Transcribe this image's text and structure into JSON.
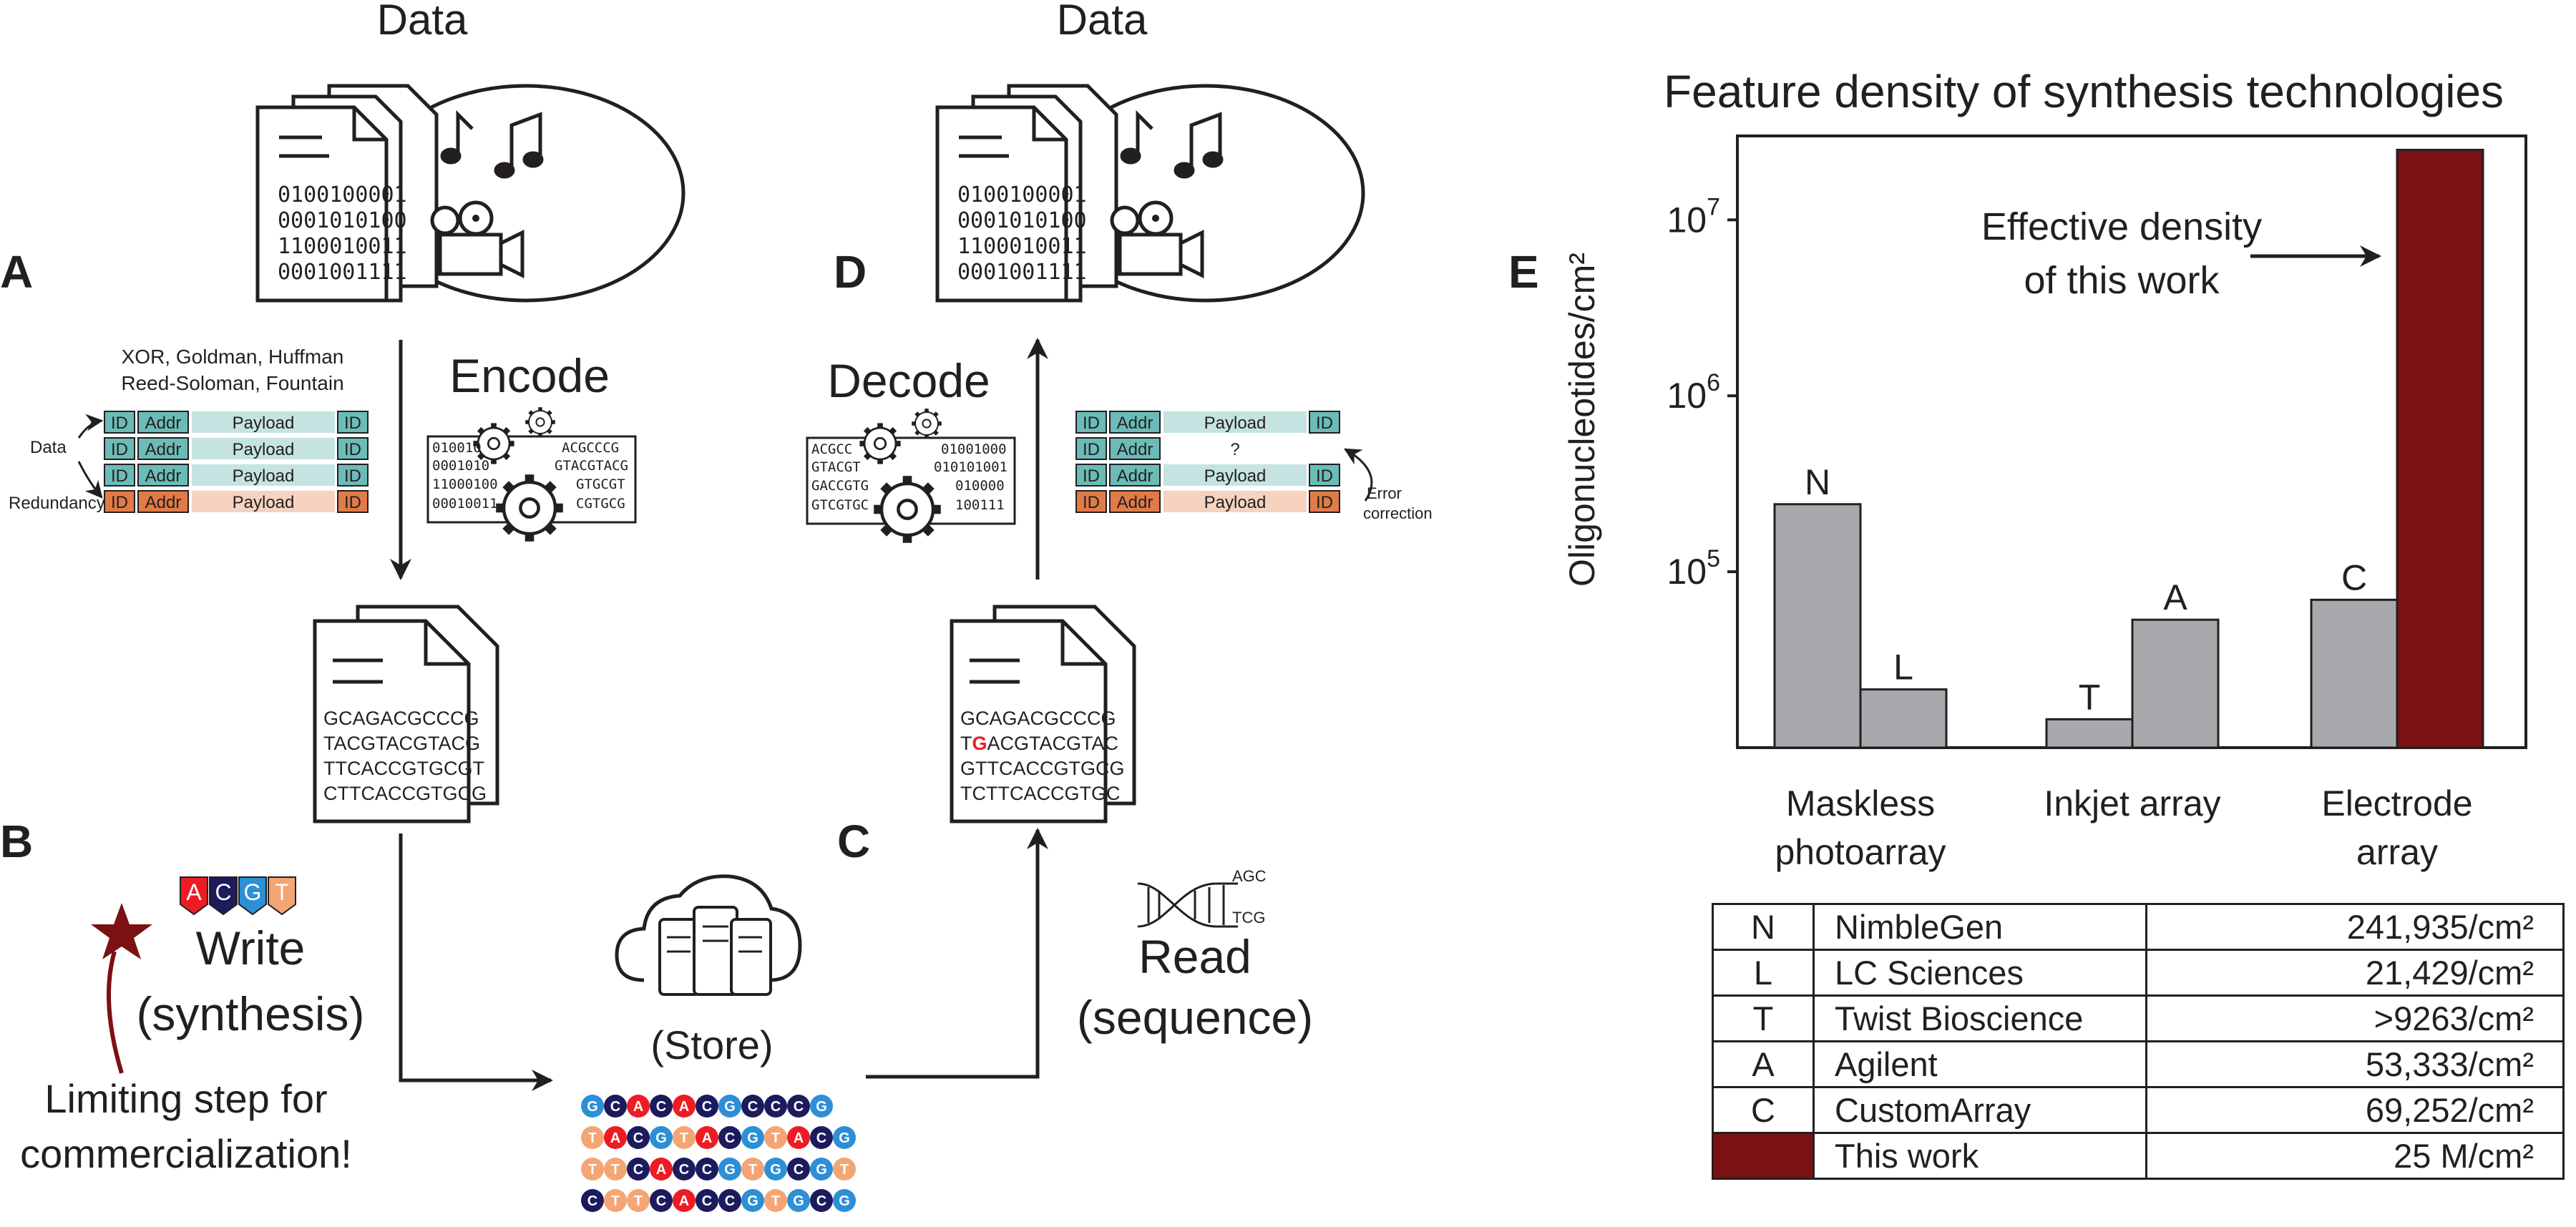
{
  "panel_labels": {
    "a": "A",
    "b": "B",
    "c": "C",
    "d": "D",
    "e": "E"
  },
  "left_data_title": "Data",
  "right_data_title": "Data",
  "binary_lines": [
    "0100100001",
    "0001010100",
    "1100010011",
    "0001001111"
  ],
  "methods": [
    "XOR, Goldman, Huffman",
    "Reed-Soloman, Fountain"
  ],
  "encode_label": "Encode",
  "decode_label": "Decode",
  "box_row": {
    "id": "ID",
    "addr": "Addr",
    "payload": "Payload",
    "unknown": "?"
  },
  "data_label": "Data",
  "redundancy_label": "Redundancy",
  "error_correction": [
    "Error",
    "correction"
  ],
  "encode_gear_left": [
    "010010",
    "0001010",
    "11000100",
    "00010011"
  ],
  "encode_gear_right": [
    "ACGCCCG",
    "GTACGTACG",
    "GTGCGT",
    "CGTGCG"
  ],
  "decode_gear_left": [
    "ACGCC",
    "GTACGT",
    "GACCGTG",
    "GTCGTGC"
  ],
  "decode_gear_right": [
    "01001000",
    "010101001",
    "010000",
    "100111"
  ],
  "seq_doc_left": [
    "GCAGACGCCCG",
    "TACGTACGTACG",
    "TTCACCGTGCGT",
    "CTTCACCGTGCG"
  ],
  "seq_doc_right": [
    "GCAGACGCCCG",
    "ACGTACGTAC",
    "GTTCACCGTGCG",
    "TCTTCACCGTGC"
  ],
  "seq_doc_right_prefix": "T",
  "seq_doc_right_error": "G",
  "write_letters": [
    "A",
    "C",
    "G",
    "T"
  ],
  "write_label": [
    "Write",
    "(synthesis)"
  ],
  "limiting_step": [
    "Limiting step for",
    "commercialization!"
  ],
  "store_label": "(Store)",
  "read_label": [
    "Read",
    "(sequence)"
  ],
  "dna_labels": {
    "top": "AGC",
    "bottom": "TCG"
  },
  "dna_beads": [
    "GCACACGCCCG",
    "TACGTACGTACG",
    "TTCACCGTGCGT",
    "CTTCACCGTGCG"
  ],
  "colors": {
    "teal": "#6bbcb8",
    "teal_light": "#c5e3e1",
    "orange": "#e07b48",
    "orange_light": "#f6d2c0",
    "dark_red": "#7b1113",
    "gray_bar": "#a7a9ac",
    "error_red": "#ed1c24",
    "bead_A": "#ed1c24",
    "bead_C": "#1c1b5e",
    "bead_G": "#2d8fd5",
    "bead_T": "#f4a574"
  },
  "icons": [
    "star-icon",
    "cloud-storage-icon",
    "dna-helix-icon",
    "gear-icon",
    "music-note-icon",
    "film-camera-icon",
    "arrow-icon"
  ],
  "chart_data": {
    "type": "bar",
    "title": "Feature density of synthesis technologies",
    "ylabel": "Oligonucleotides/cm²",
    "yscale": "log",
    "ylim": [
      10000,
      30000000
    ],
    "y_ticks": [
      {
        "base": "10",
        "exp": "5"
      },
      {
        "base": "10",
        "exp": "6"
      },
      {
        "base": "10",
        "exp": "7"
      }
    ],
    "categories": [
      "Maskless photoarray",
      "Inkjet array",
      "Electrode array"
    ],
    "category_lines": [
      [
        "Maskless",
        "photoarray"
      ],
      [
        "Inkjet array"
      ],
      [
        "Electrode",
        "array"
      ]
    ],
    "bars": [
      {
        "label": "N",
        "group": 0,
        "value": 241935
      },
      {
        "label": "L",
        "group": 0,
        "value": 21429
      },
      {
        "label": "T",
        "group": 1,
        "value": 14500
      },
      {
        "label": "A",
        "group": 1,
        "value": 53333
      },
      {
        "label": "C",
        "group": 2,
        "value": 69252
      },
      {
        "label": "",
        "group": 2,
        "value": 25000000,
        "highlight": true
      }
    ],
    "annotation": [
      "Effective density",
      "of this work"
    ],
    "table": [
      {
        "key": "N",
        "name": "NimbleGen",
        "value": "241,935/cm²"
      },
      {
        "key": "L",
        "name": "LC Sciences",
        "value": "21,429/cm²"
      },
      {
        "key": "T",
        "name": "Twist Bioscience",
        "value": ">9263/cm²"
      },
      {
        "key": "A",
        "name": "Agilent",
        "value": "53,333/cm²"
      },
      {
        "key": "C",
        "name": "CustomArray",
        "value": "69,252/cm²"
      },
      {
        "key": "",
        "name": "This work",
        "value": "25 M/cm²"
      }
    ]
  }
}
